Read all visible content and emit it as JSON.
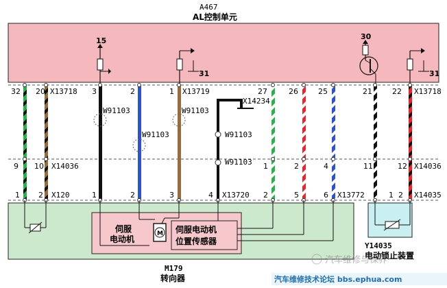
{
  "header": {
    "code": "A467",
    "title": "AL控制单元"
  },
  "supply_labels": {
    "ignition": "15",
    "ground_1": "31",
    "supply_30": "30",
    "ground_2": "31"
  },
  "top_connectors": {
    "c13718_left": {
      "pins": [
        "32",
        "20"
      ],
      "name": "X13718"
    },
    "c13719": {
      "pins": [
        "3",
        "2",
        "1"
      ],
      "name": "X13719"
    },
    "c_mid": {
      "pins": [
        "27",
        "26",
        "25"
      ]
    },
    "c13718_right": {
      "pins": [
        "21",
        "22"
      ],
      "name": "X13718"
    }
  },
  "splices": {
    "s1": "W91103",
    "s2": "W91103",
    "s3": "W91103",
    "s4": "W91103",
    "s5": "W91103"
  },
  "x14234": "X14234",
  "mid_connectors": {
    "left": {
      "pins": [
        "9",
        "10"
      ],
      "name": "X14036"
    },
    "mid": {
      "pins": [
        "1",
        "2",
        "4"
      ]
    },
    "right": {
      "pins": [
        "11",
        "12"
      ],
      "name": "X14036"
    }
  },
  "bottom_connectors": {
    "x120": {
      "pins": [
        "1",
        "2"
      ],
      "name": "X120"
    },
    "x13720_pins": {
      "pins": [
        "1",
        "2",
        "3",
        "4"
      ],
      "name": "X13720"
    },
    "x13772": {
      "pins": [
        "2",
        "5",
        "6"
      ],
      "name": "X13772"
    },
    "x14035": {
      "pins": [
        "1",
        "2"
      ],
      "name": "X14035"
    }
  },
  "components": {
    "servo_motor": "伺服\n电动机",
    "motor_symbol": "M",
    "position_sensor": "伺服电动机\n位置传感器",
    "steering_code": "M179",
    "steering_name": "转向器",
    "lock_code": "Y14035",
    "lock_name": "电动锁止装置"
  },
  "watermark": {
    "brand": "汽车维修与保养",
    "forum": "汽车维修技术论坛 bbs.ephua.com"
  },
  "colors": {
    "control_unit_fill": "#f4b8bd",
    "steering_fill": "#cde9cd",
    "lock_fill": "#c9eff0",
    "servo_fill": "#f6c8cc"
  }
}
